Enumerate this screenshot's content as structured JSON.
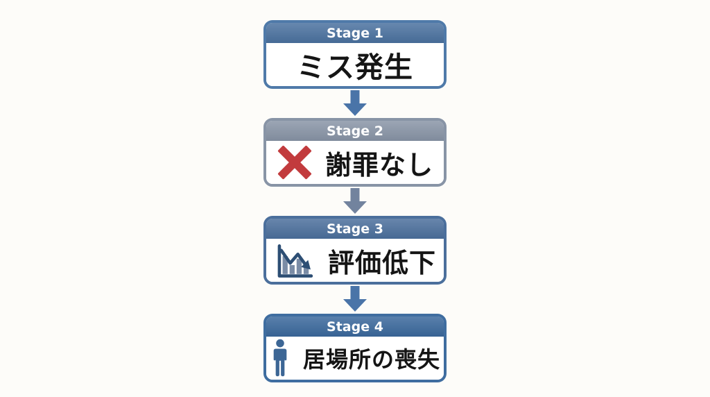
{
  "diagram": {
    "type": "flowchart-vertical",
    "background": "#fdfcf9",
    "stages": [
      {
        "id": "stage-1",
        "header": "Stage 1",
        "label": "ミス発生",
        "icon": "none",
        "header_color": "#4a719f",
        "border_color": "#4f7aa9"
      },
      {
        "id": "stage-2",
        "header": "Stage 2",
        "label": "謝罪なし",
        "icon": "red-cross-icon",
        "header_color": "#8894a6",
        "border_color": "#8894a6"
      },
      {
        "id": "stage-3",
        "header": "Stage 3",
        "label": "評価低下",
        "icon": "declining-chart-icon",
        "header_color": "#4b6f9c",
        "border_color": "#4b6f9c"
      },
      {
        "id": "stage-4",
        "header": "Stage 4",
        "label": "居場所の喪失",
        "icon": "person-icon",
        "header_color": "#3a689c",
        "border_color": "#3f6da0"
      }
    ],
    "arrows": [
      {
        "from": "stage-1",
        "to": "stage-2",
        "color": "#4a74a8"
      },
      {
        "from": "stage-2",
        "to": "stage-3",
        "color": "#72839e"
      },
      {
        "from": "stage-3",
        "to": "stage-4",
        "color": "#4a74a8"
      }
    ],
    "colors": {
      "cross": "#c23b3d",
      "chart_axis": "#2d4e74",
      "chart_bars": "#7a8ca6",
      "person": "#3c6695",
      "header_text": "#ffffff",
      "label_text": "#151515",
      "box_fill": "#ffffff"
    }
  }
}
